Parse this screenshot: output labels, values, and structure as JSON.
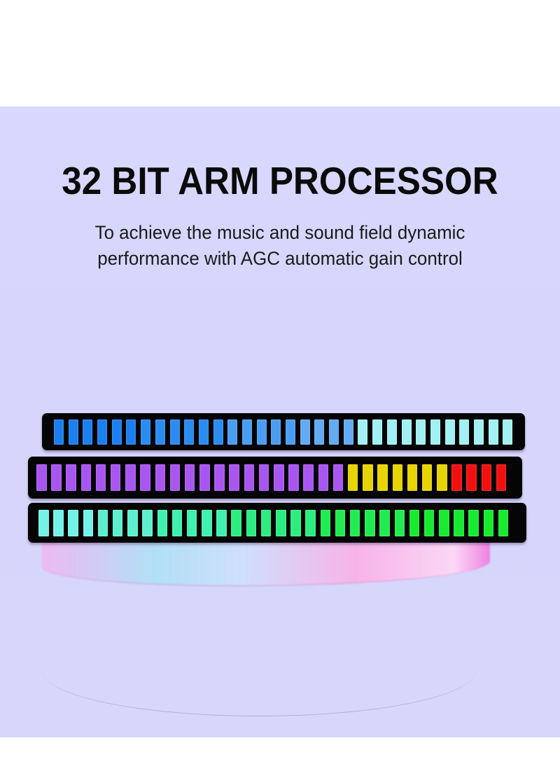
{
  "heading": {
    "title": "32 BIT ARM PROCESSOR",
    "subtitle_line1": "To achieve the music and sound field dynamic",
    "subtitle_line2": "performance with AGC automatic gain control"
  },
  "colors": {
    "background": "#d7d7fd",
    "bar_housing": "#050505",
    "blue": "#1e86f0",
    "light_blue": "#5aa8f2",
    "cyan": "#9ff0f3",
    "purple": "#a953f0",
    "yellow": "#e8d400",
    "red": "#f01010",
    "aqua": "#5ef0e0",
    "green": "#18ee30"
  },
  "light_bars": [
    {
      "name": "top-bar",
      "segment_count": 32,
      "segments": [
        {
          "color": "#1c7ff0",
          "count": 6
        },
        {
          "color": "#2a8cf0",
          "count": 6
        },
        {
          "color": "#4a9ef2",
          "count": 5
        },
        {
          "color": "#62aaf2",
          "count": 4
        },
        {
          "color": "#a2f0f3",
          "count": 11
        }
      ]
    },
    {
      "name": "middle-bar",
      "segment_count": 32,
      "segments": [
        {
          "color": "#a955f0",
          "count": 21
        },
        {
          "color": "#e8d400",
          "count": 7
        },
        {
          "color": "#f01010",
          "count": 4
        }
      ]
    },
    {
      "name": "bottom-bar",
      "segment_count": 32,
      "segments": [
        {
          "color": "#72f2e8",
          "count": 4
        },
        {
          "color": "#5cf0d0",
          "count": 4
        },
        {
          "color": "#40f0b0",
          "count": 5
        },
        {
          "color": "#2cee80",
          "count": 6
        },
        {
          "color": "#20ec50",
          "count": 6
        },
        {
          "color": "#18ea30",
          "count": 7
        }
      ]
    }
  ]
}
